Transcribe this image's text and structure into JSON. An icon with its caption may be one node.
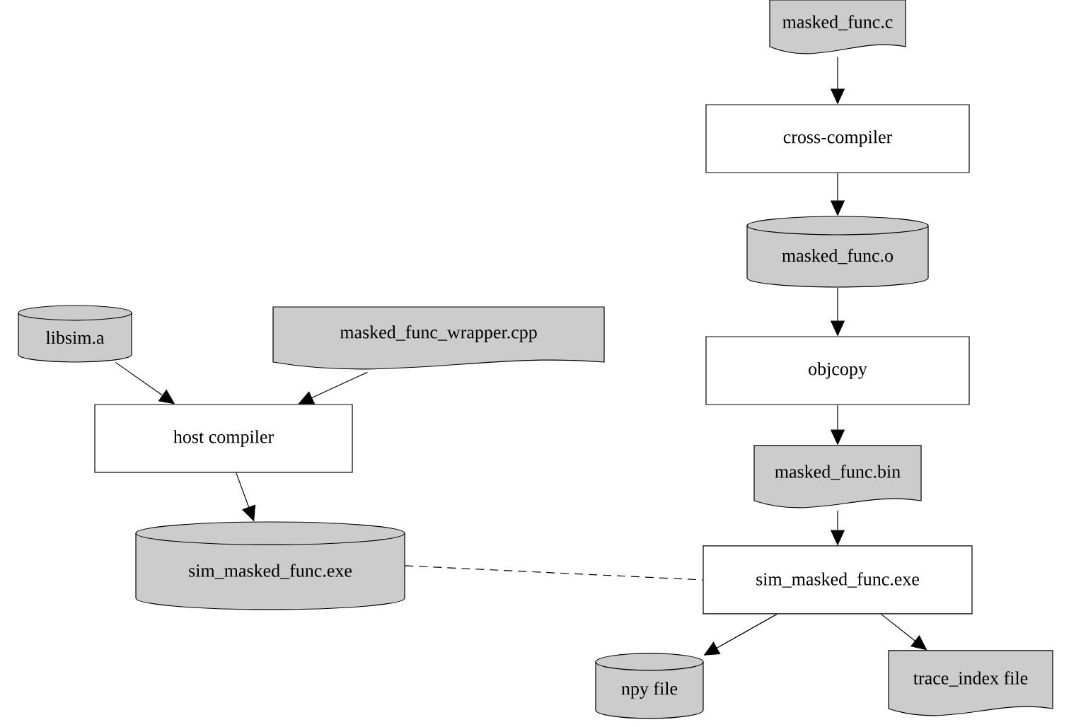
{
  "diagram": {
    "nodes": [
      {
        "text": [
          "masked_func.c"
        ]
      },
      {
        "text": [
          "cross-compiler"
        ]
      },
      {
        "text": [
          "masked_func.o"
        ]
      },
      {
        "text": [
          "objcopy"
        ]
      },
      {
        "text": [
          "masked_func.bin"
        ]
      },
      {
        "text": [
          "sim_masked_func.exe"
        ]
      },
      {
        "text": [
          "npy file"
        ]
      },
      {
        "text": [
          "trace_index file"
        ]
      },
      {
        "text": [
          "libsim.a"
        ]
      },
      {
        "text": [
          "masked_func_wrapper.cpp"
        ]
      },
      {
        "text": [
          "host compiler"
        ]
      },
      {
        "text": [
          "sim_masked_func.exe"
        ]
      }
    ],
    "edges": [
      {
        "from": 0,
        "to": 1,
        "arrow": "to"
      },
      {
        "from": 1,
        "to": 2,
        "arrow": "to"
      },
      {
        "from": 2,
        "to": 3,
        "arrow": "to"
      },
      {
        "from": 3,
        "to": 4,
        "arrow": "to"
      },
      {
        "from": 4,
        "to": 5,
        "arrow": "to"
      },
      {
        "from": 5,
        "to": 6,
        "arrow": "to"
      },
      {
        "from": 5,
        "to": 7,
        "arrow": "to"
      },
      {
        "from": 8,
        "to": 10,
        "arrow": "to"
      },
      {
        "from": 9,
        "to": 10,
        "arrow": "to"
      },
      {
        "from": 10,
        "to": 11,
        "arrow": "to"
      },
      {
        "from": 11,
        "to": 5,
        "arrow": "none",
        "style": "dashed"
      }
    ]
  }
}
